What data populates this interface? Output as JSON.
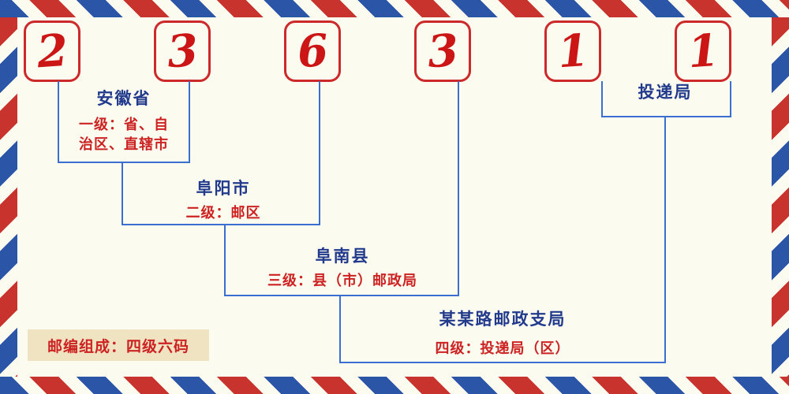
{
  "postal_code": "236311",
  "digits": [
    "2",
    "3",
    "6",
    "3",
    "1",
    "1"
  ],
  "levels": {
    "level1": {
      "place": "安徽省",
      "desc_line1": "一级：省、自",
      "desc_line2": "治区、直辖市"
    },
    "level2": {
      "place": "阜阳市",
      "desc": "二级：邮区"
    },
    "level3": {
      "place": "阜南县",
      "desc": "三级：县（市）邮政局"
    },
    "level4": {
      "place": "某某路邮政支局",
      "desc": "四级：投递局（区）"
    },
    "delivery": {
      "label": "投递局"
    }
  },
  "footer": {
    "text": "邮编组成：四级六码"
  },
  "colors": {
    "page_bg": "#fcfbf0",
    "stripe_red": "#c8332e",
    "stripe_blue": "#2b55a7",
    "digit_red": "#cc1616",
    "box_border_red": "#cc2a2a",
    "place_navy": "#223a8c",
    "desc_red": "#cc2222",
    "line_blue": "#3a6fd0",
    "footer_bg": "#f0e3c2"
  }
}
